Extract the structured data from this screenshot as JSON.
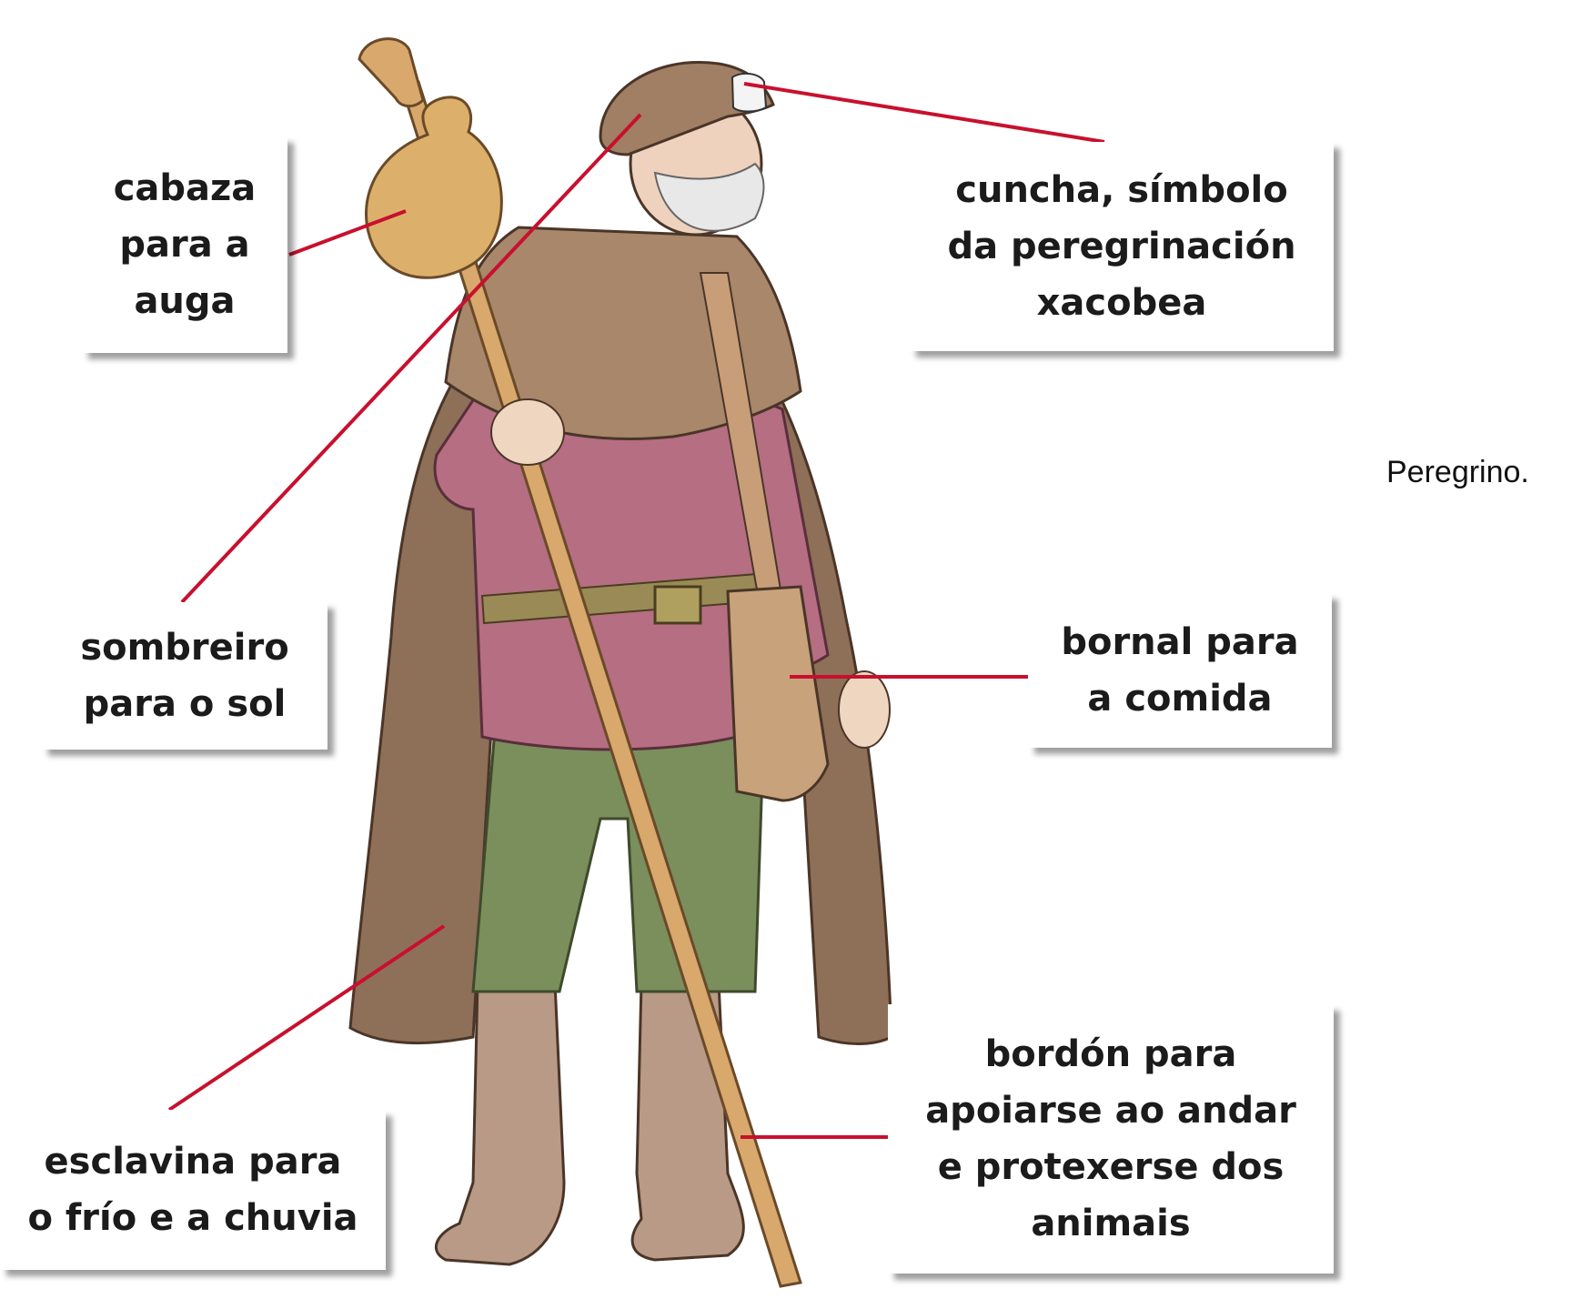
{
  "caption": "Peregrino.",
  "labels": {
    "cabaza": "cabaza\npara a\nauga",
    "cuncha": "cuncha, símbolo\nda peregrinación\nxacobea",
    "sombreiro": "sombreiro\npara o sol",
    "bornal": "bornal para\na comida",
    "esclavina": "esclavina para\no frío e a chuvia",
    "bordon": "bordón para\napoiarse ao andar\ne protexerse dos\nanimais"
  },
  "colors": {
    "leader_line": "#c8102e",
    "cape": "#a8876a",
    "tunic": "#b56e82",
    "trousers": "#7a8f5c",
    "boots": "#b89a86",
    "staff": "#d9a86c",
    "gourd": "#dcb06b",
    "hat": "#a07f64"
  }
}
